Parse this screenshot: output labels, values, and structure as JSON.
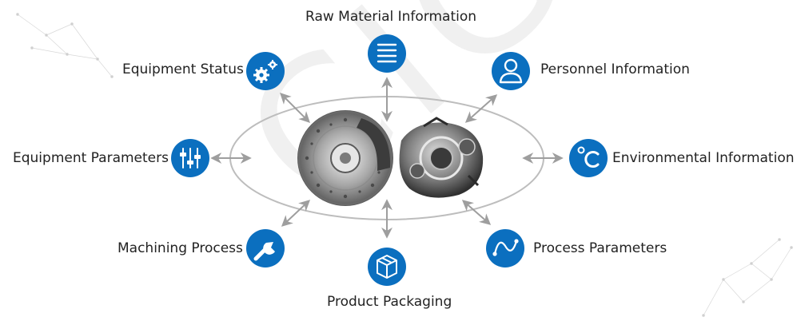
{
  "colors": {
    "accent": "#0b6fbf",
    "ellipse": "#bdbdbd",
    "arrow": "#9e9e9e",
    "text": "#222222"
  },
  "center": {
    "components": [
      "brake-disc-image",
      "transmission-image"
    ]
  },
  "nodes": [
    {
      "id": "raw-material",
      "label": "Raw Material Information",
      "icon": "document-list-icon"
    },
    {
      "id": "personnel",
      "label": "Personnel Information",
      "icon": "person-icon"
    },
    {
      "id": "environmental",
      "label": "Environmental Information",
      "icon": "celsius-icon"
    },
    {
      "id": "process-parameters",
      "label": "Process Parameters",
      "icon": "curve-icon"
    },
    {
      "id": "product-packaging",
      "label": "Product Packaging",
      "icon": "box-icon"
    },
    {
      "id": "machining-process",
      "label": "Machining Process",
      "icon": "wrench-icon"
    },
    {
      "id": "equipment-parameters",
      "label": "Equipment Parameters",
      "icon": "sliders-icon"
    },
    {
      "id": "equipment-status",
      "label": "Equipment Status",
      "icon": "gears-icon"
    }
  ]
}
